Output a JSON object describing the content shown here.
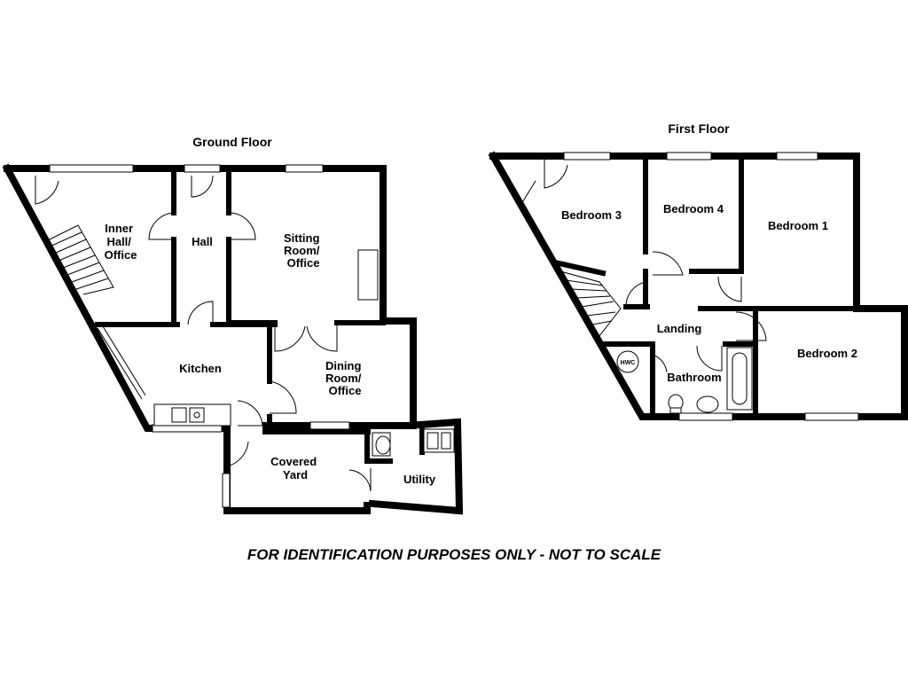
{
  "ground_floor": {
    "title": "Ground Floor",
    "rooms": {
      "inner_hall": [
        "Inner",
        "Hall/",
        "Office"
      ],
      "hall": [
        "Hall"
      ],
      "sitting_room": [
        "Sitting",
        "Room/",
        "Office"
      ],
      "kitchen": [
        "Kitchen"
      ],
      "dining_room": [
        "Dining",
        "Room/",
        "Office"
      ],
      "covered_yard": [
        "Covered",
        "Yard"
      ],
      "utility": [
        "Utility"
      ]
    }
  },
  "first_floor": {
    "title": "First Floor",
    "rooms": {
      "bedroom3": [
        "Bedroom 3"
      ],
      "bedroom4": [
        "Bedroom 4"
      ],
      "bedroom1": [
        "Bedroom 1"
      ],
      "landing": [
        "Landing"
      ],
      "bedroom2": [
        "Bedroom 2"
      ],
      "bathroom": [
        "Bathroom"
      ],
      "hwc": [
        "HWC"
      ]
    }
  },
  "footer": "FOR IDENTIFICATION PURPOSES ONLY - NOT TO SCALE"
}
